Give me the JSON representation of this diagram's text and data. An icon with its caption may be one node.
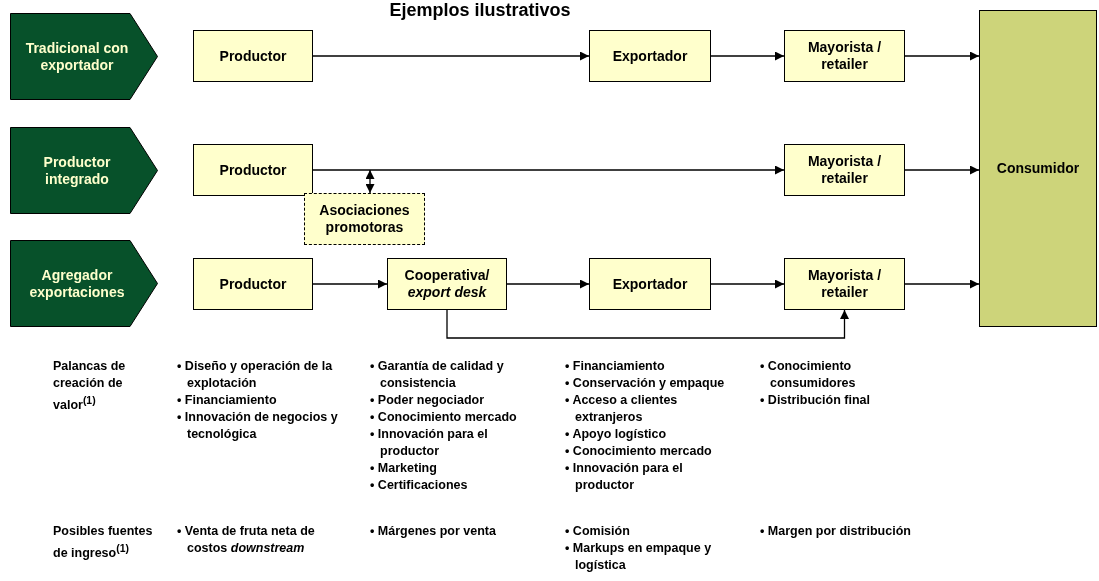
{
  "diagram": {
    "title": "Ejemplos ilustrativos",
    "nodes": [
      {
        "text": [
          "Tradicional con exportador"
        ]
      },
      {
        "text": [
          "Productor"
        ]
      },
      {
        "text": [
          "Exportador"
        ]
      },
      {
        "text": [
          "Mayorista / retailer"
        ]
      },
      {
        "text": [
          "Productor integrado"
        ]
      },
      {
        "text": [
          "Productor"
        ]
      },
      {
        "text": [
          "Mayorista / retailer"
        ]
      },
      {
        "text": [
          "Asociaciones promotoras"
        ]
      },
      {
        "text": [
          "Agregador exportaciones"
        ]
      },
      {
        "text": [
          "Productor"
        ]
      },
      {
        "text": [
          "Cooperativa/ *export desk*"
        ]
      },
      {
        "text": [
          "Exportador"
        ]
      },
      {
        "text": [
          "Mayorista / retailer"
        ]
      },
      {
        "text": [
          "Consumidor"
        ]
      }
    ],
    "edges": [
      {
        "from": 1,
        "to": 2,
        "arrow": "to"
      },
      {
        "from": 2,
        "to": 3,
        "arrow": "to"
      },
      {
        "from": 3,
        "to": 13,
        "arrow": "to"
      },
      {
        "from": 5,
        "to": 6,
        "arrow": "to"
      },
      {
        "from": 6,
        "to": 13,
        "arrow": "to"
      },
      {
        "from": 7,
        "to": null,
        "arrow": "both"
      },
      {
        "from": 9,
        "to": 10,
        "arrow": "to"
      },
      {
        "from": 10,
        "to": 11,
        "arrow": "to"
      },
      {
        "from": 11,
        "to": 12,
        "arrow": "to"
      },
      {
        "from": 12,
        "to": 13,
        "arrow": "to"
      },
      {
        "from": 10,
        "to": 12,
        "arrow": "to"
      }
    ],
    "labels": [
      "Palancas de creación de valor$^{(1)}$",
      "• Diseño y operación de la explotación",
      "• Financiamiento",
      "• Innovación de negocios y tecnológica",
      "• Garantía de calidad y consistencia",
      "• Poder negociador",
      "• Conocimiento mercado",
      "• Innovación para el productor",
      "• Marketing",
      "• Certificaciones",
      "• Financiamiento",
      "• Conservación y empaque",
      "• Acceso a clientes extranjeros",
      "• Apoyo logístico",
      "• Conocimiento mercado",
      "• Innovación para el productor",
      "• Conocimiento consumidores",
      "• Distribución final",
      "Posibles fuentes de ingreso$^{(1)}$",
      "• Venta de fruta neta de costos *downstream*",
      "• Márgenes por venta",
      "• Comisión",
      "• Markups en empaque y logística",
      "• Margen por distribución"
    ]
  }
}
